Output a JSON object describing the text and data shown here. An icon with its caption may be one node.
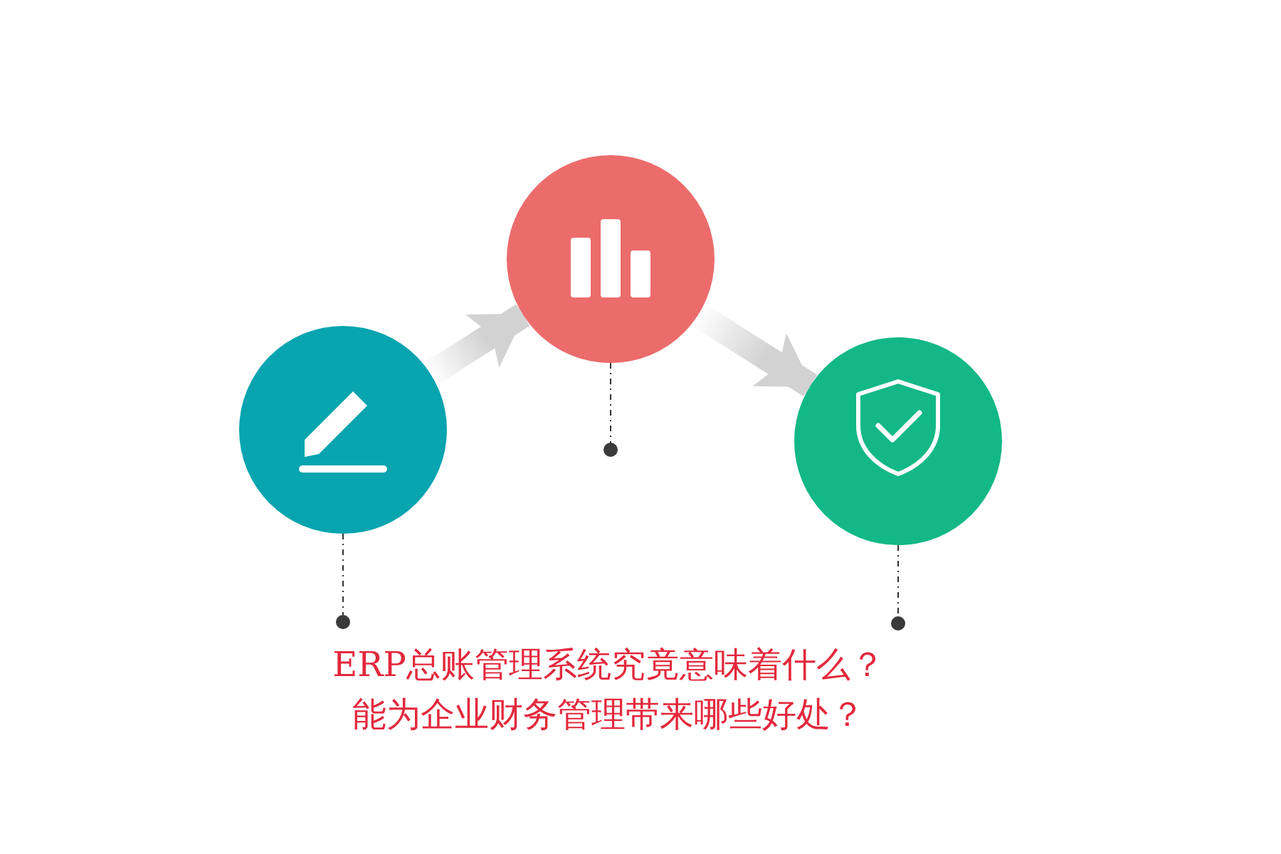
{
  "diagram": {
    "title": "ERP总账管理系统究竟意味着什么？能为企业财务管理带来哪些好处？",
    "nodes": [
      {
        "text": [],
        "shape": "circle"
      },
      {
        "text": [],
        "shape": "circle"
      },
      {
        "text": [],
        "shape": "circle"
      },
      {
        "text": [],
        "shape": "dot"
      },
      {
        "text": [],
        "shape": "dot"
      },
      {
        "text": [],
        "shape": "dot"
      }
    ],
    "edges": [
      {
        "from": 0,
        "to": 1,
        "arrow": "to",
        "style": "thick"
      },
      {
        "from": 1,
        "to": 2,
        "arrow": "to",
        "style": "thick"
      },
      {
        "from": 0,
        "to": 3,
        "arrow": "none",
        "style": "dashed"
      },
      {
        "from": 1,
        "to": 4,
        "arrow": "none",
        "style": "dashed"
      },
      {
        "from": 2,
        "to": 5,
        "arrow": "none",
        "style": "dashed"
      }
    ]
  }
}
